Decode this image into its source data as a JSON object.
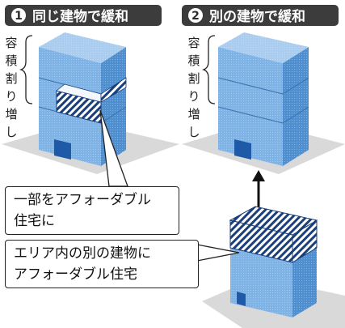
{
  "colors": {
    "header_bg": "#3c3c3c",
    "ground": "#d9d9d9",
    "building_front": "#7fb3e6",
    "building_side": "#4f8fd0",
    "building_top": "#a9ccef",
    "window": "#1f5aa8",
    "hatch": "#1b3f7a"
  },
  "panels": [
    {
      "number": "1",
      "title": "同じ建物で緩和",
      "side_label": "容積割り増し"
    },
    {
      "number": "2",
      "title": "別の建物で緩和",
      "side_label": "容積割り増し"
    }
  ],
  "callouts": [
    {
      "lines": [
        "一部をアフォーダブル",
        "住宅に"
      ]
    },
    {
      "lines": [
        "エリア内の別の建物に",
        "アフォーダブル住宅"
      ]
    }
  ],
  "icons": {
    "arrow": "arrow-up-icon"
  }
}
